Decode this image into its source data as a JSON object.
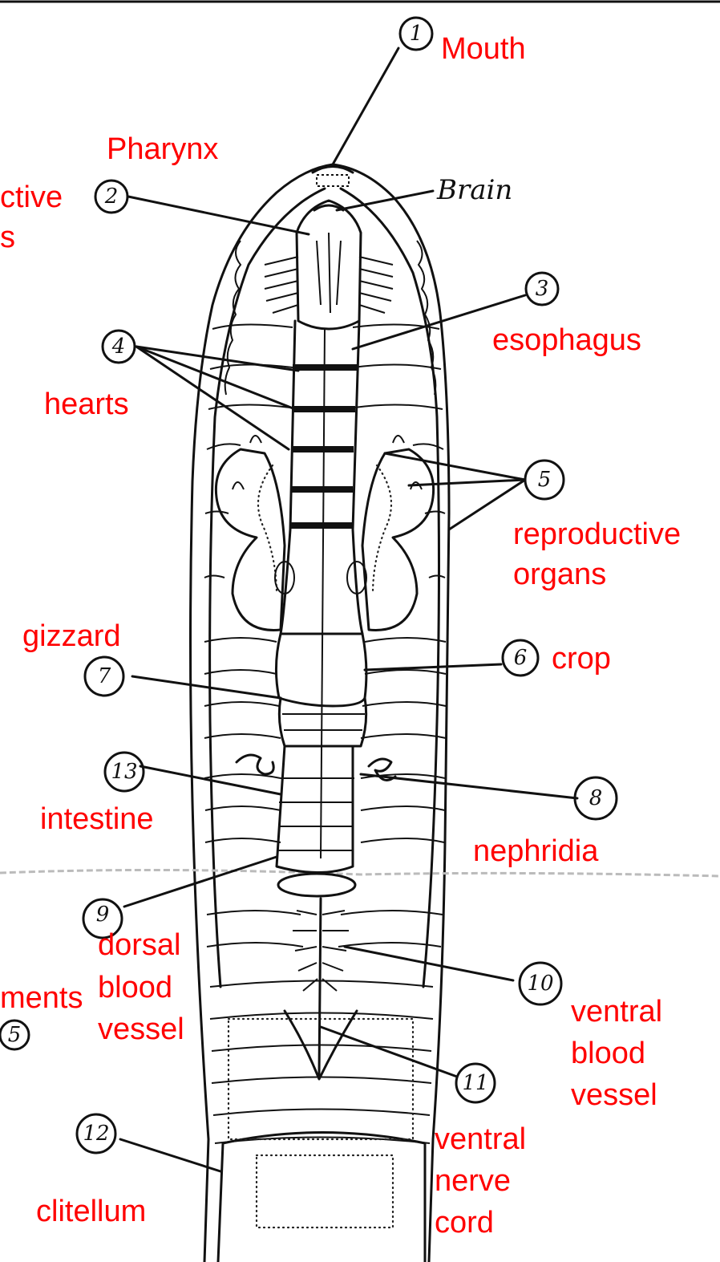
{
  "labels": {
    "mouth": "Mouth",
    "pharynx": "Pharynx",
    "brain": "Brain",
    "cut_left_top_1": "ctive",
    "cut_left_top_2": "s",
    "esophagus": "esophagus",
    "hearts": "hearts",
    "reproductive": "reproductive",
    "organs": "organs",
    "gizzard": "gizzard",
    "crop": "crop",
    "intestine": "intestine",
    "nephridia": "nephridia",
    "dorsal": "dorsal",
    "blood_dorsal": "blood",
    "vessel_dorsal": "vessel",
    "cut_left_bottom": "ments",
    "ventral_bv": "ventral",
    "blood_ventral": "blood",
    "vessel_ventral": "vessel",
    "ventral_nc": "ventral",
    "nerve": "nerve",
    "cord": "cord",
    "clitellum": "clitellum"
  },
  "numbers": {
    "n1": "1",
    "n2": "2",
    "n3": "3",
    "n4": "4",
    "n5": "5",
    "n6": "6",
    "n7": "7",
    "n8": "8",
    "n9": "9",
    "n10": "10",
    "n11": "11",
    "n12": "12",
    "n13": "13",
    "n5b": "5"
  }
}
